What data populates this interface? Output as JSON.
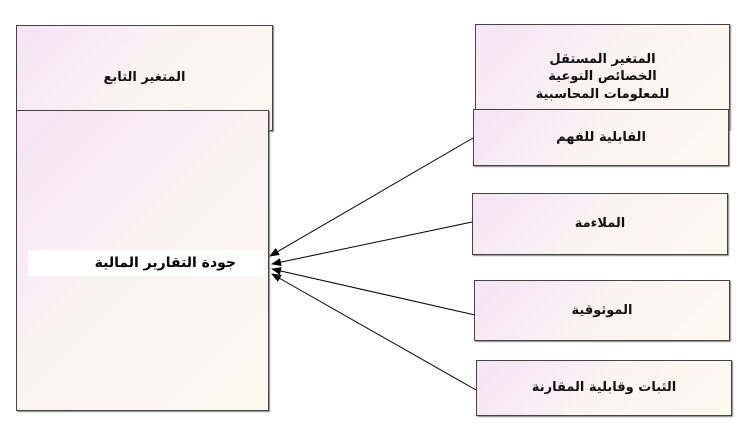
{
  "dependent_header": "المتغير التابع",
  "independent_header": [
    "المتغير المستقل",
    "الخصائص النوعية",
    "للمعلومات المحاسبية"
  ],
  "dependent_variable": "جودة التقارير المالية",
  "independent_variables": [
    "القابلية للفهم",
    "الملاءمة",
    "الموثوقية",
    "الثبات وقابلية المقارنة"
  ]
}
